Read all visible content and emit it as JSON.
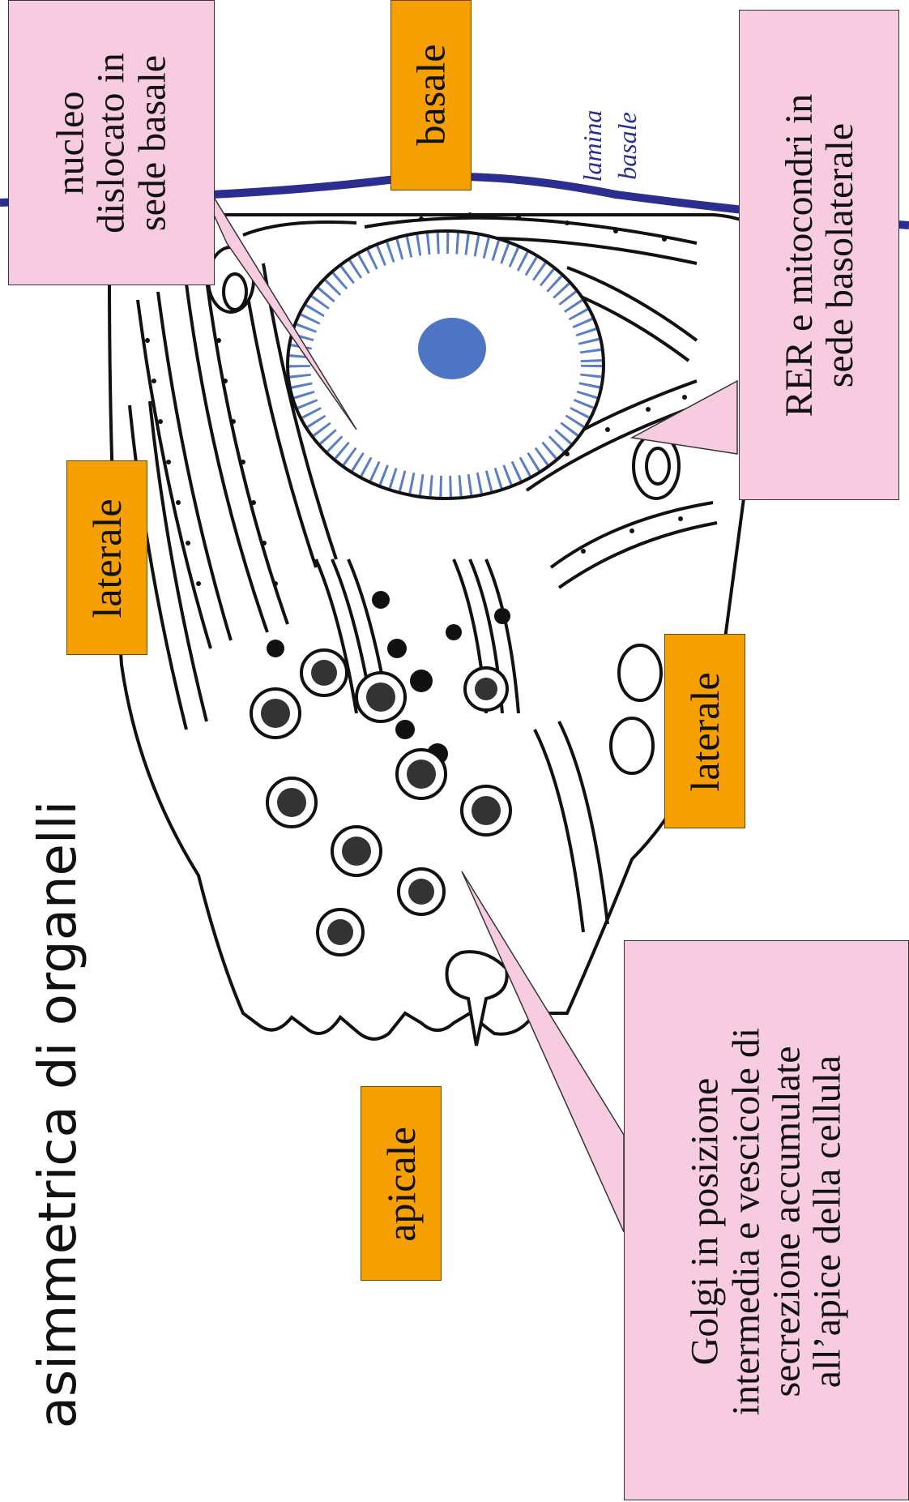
{
  "title": "asimmetrica di organelli",
  "labels": {
    "basale": "basale",
    "laterale_left": "laterale",
    "laterale_right": "laterale",
    "apicale": "apicale",
    "lamina_basale_line1": "lamina",
    "lamina_basale_line2": "basale"
  },
  "callouts": {
    "nucleo": [
      "nucleo",
      "dislocato in",
      "sede basale"
    ],
    "rer": [
      "RER e mitocondri in",
      "sede basolaterale"
    ],
    "golgi": [
      "Golgi in posizione",
      "intermedia e vescicole di",
      "secrezione accumulate",
      "all’apice della cellula"
    ]
  },
  "colors": {
    "label_bg": "#f5a000",
    "callout_bg": "#f8cce0",
    "lamina_line": "#2b2d8f",
    "nucleus_stipple": "#2f5db8"
  }
}
